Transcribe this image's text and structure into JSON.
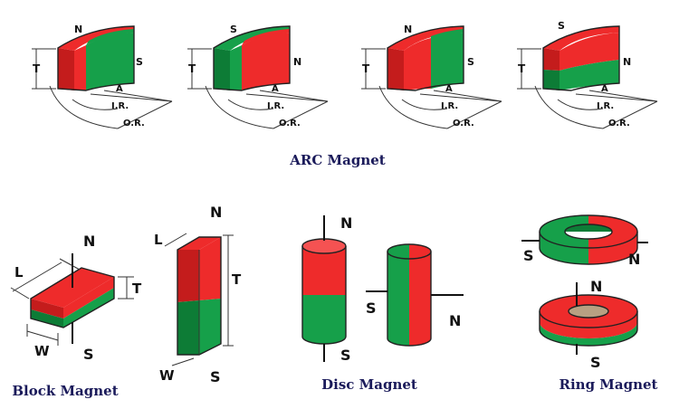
{
  "captions": {
    "arc": "ARC Magnet",
    "block": "Block Magnet",
    "disc": "Disc Magnet",
    "ring": "Ring Magnet"
  },
  "arc_labels": {
    "north": "N",
    "south": "S",
    "thickness": "T",
    "angle": "A",
    "inner_radius": "I.R.",
    "outer_radius": "O.R."
  },
  "block_labels": {
    "north": "N",
    "south": "S",
    "length": "L",
    "width": "W",
    "thickness": "T"
  },
  "disc_labels": {
    "north": "N",
    "south": "S"
  },
  "ring_labels": {
    "north": "N",
    "south": "S"
  },
  "colors": {
    "north": "#ee2b2b",
    "south": "#16a04a"
  }
}
